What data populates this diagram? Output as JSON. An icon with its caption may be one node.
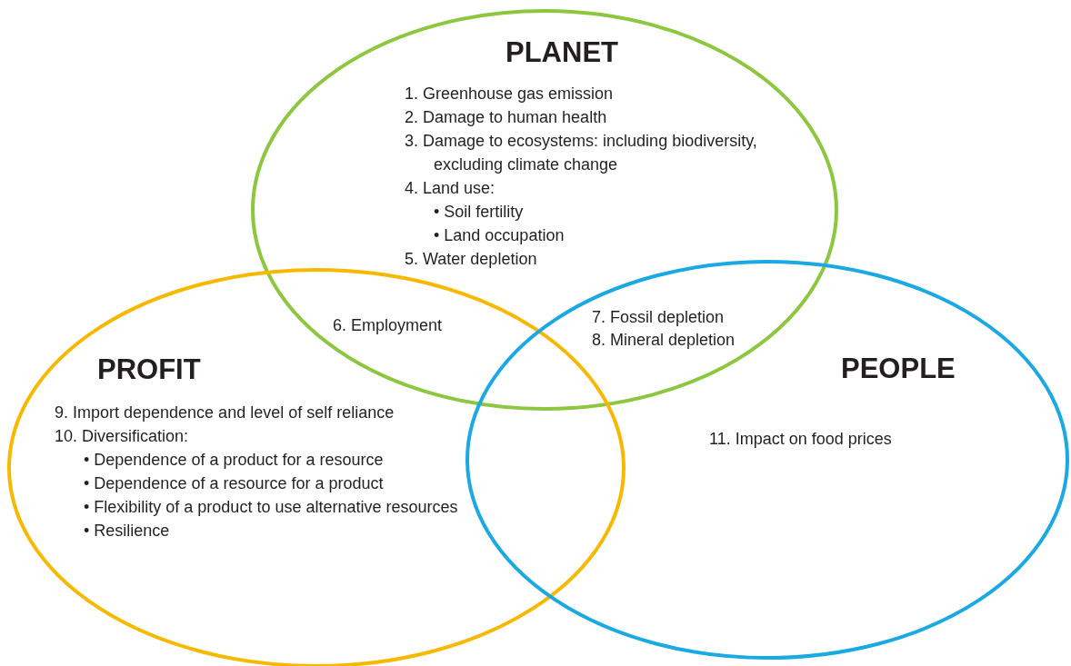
{
  "diagram": {
    "nodes": [
      {
        "text": [
          "PLANET",
          "1. Greenhouse gas emission",
          "2. Damage to human health",
          "3. Damage to ecosystems: including biodiversity, excluding climate change",
          "4. Land use:",
          "• Soil fertility",
          "• Land occupation",
          "5. Water depletion"
        ]
      },
      {
        "text": [
          "PROFIT",
          "9. Import dependence and level of self reliance",
          "10. Diversification:",
          "• Dependence of a product for a resource",
          "• Dependence of a resource for a product",
          "• Flexibility of a product to use alternative resources",
          "• Resilience"
        ]
      },
      {
        "text": [
          "PEOPLE",
          "11. Impact on food prices"
        ]
      }
    ],
    "labels": [
      "6. Employment",
      "7. Fossil depletion",
      "8. Mineral depletion"
    ]
  }
}
